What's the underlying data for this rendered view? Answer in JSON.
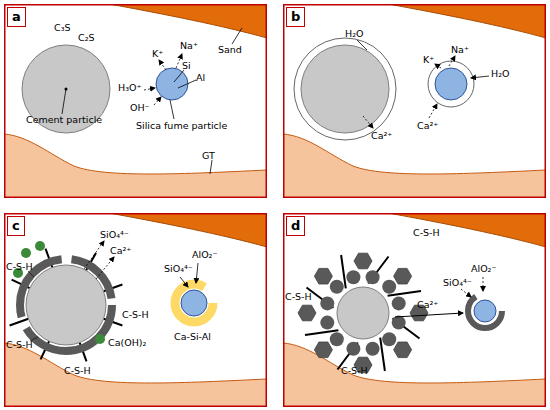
{
  "diagram": {
    "nodes": [
      {
        "text": [
          "a"
        ]
      },
      {
        "text": [
          "b"
        ]
      },
      {
        "text": [
          "c"
        ]
      },
      {
        "text": [
          "d"
        ]
      }
    ],
    "labels": [
      "C₃S",
      "C₂S",
      "Cement particle",
      "Na⁺",
      "K⁺",
      "Si",
      "Al",
      "H₃O⁺",
      "OH⁻",
      "Silica fume particle",
      "Sand",
      "GT",
      "H₂O",
      "Na⁺",
      "K⁺",
      "H₂O",
      "Ca²⁺",
      "Ca²⁺",
      "SiO₄⁴⁻",
      "Ca²⁺",
      "AlO₂⁻",
      "SiO₄⁴⁻",
      "C-S-H",
      "C-S-H",
      "C-S-H",
      "C-S-H",
      "Ca(OH)₂",
      "Ca-Si-Al",
      "C-S-H",
      "C-S-H",
      "C-S-H",
      "AlO₂⁻",
      "SiO₄⁴⁻",
      "Ca²⁺"
    ]
  }
}
